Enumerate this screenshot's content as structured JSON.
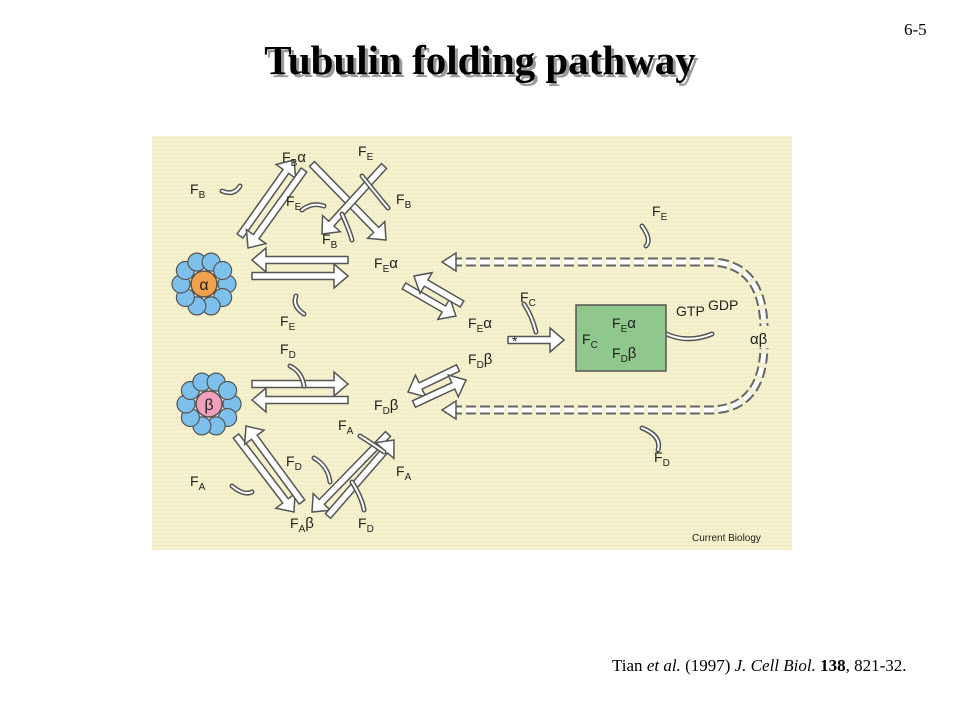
{
  "slide": {
    "number": "6-5",
    "title": "Tubulin folding pathway"
  },
  "figure": {
    "background": "#f5f1cc",
    "colors": {
      "alpha_core": "#f2a04c",
      "beta_core": "#f0a0bc",
      "ring": "#7ec0ec",
      "complex_box": "#8fc78d",
      "arrow_outline": "#555555"
    },
    "labels": {
      "alpha": "α",
      "beta": "β",
      "alphabeta": "αβ",
      "F": "F",
      "sub_A": "A",
      "sub_B": "B",
      "sub_C": "C",
      "sub_D": "D",
      "sub_E": "E",
      "GTP": "GTP",
      "GDP": "GDP",
      "star": "*",
      "credit": "Current Biology"
    }
  },
  "citation": {
    "author": "Tian ",
    "etal": "et al.",
    "year": " (1997) ",
    "journal": "J. Cell Biol.",
    "space": " ",
    "volume": "138",
    "pages": ", 821-32."
  }
}
